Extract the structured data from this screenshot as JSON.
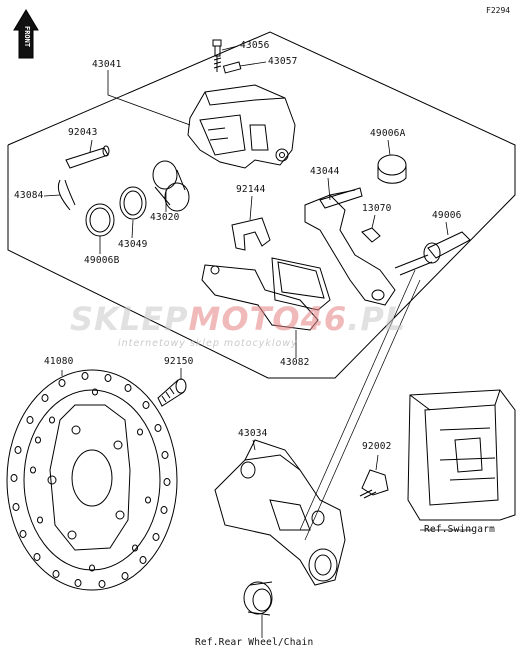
{
  "diagram_code": "F2294",
  "front_label": "FRONT",
  "watermark": {
    "brand_part1": "SKLEP",
    "brand_part2": "MOTO",
    "brand_part3": "46",
    "brand_part4": ".PL",
    "tagline": "internetowy sklep motocyklowy"
  },
  "parts": [
    {
      "id": "p43041",
      "number": "43041"
    },
    {
      "id": "p43056",
      "number": "43056"
    },
    {
      "id": "p43057",
      "number": "43057"
    },
    {
      "id": "p92043",
      "number": "92043"
    },
    {
      "id": "p43084",
      "number": "43084"
    },
    {
      "id": "p49006A",
      "number": "49006A"
    },
    {
      "id": "p43044",
      "number": "43044"
    },
    {
      "id": "p92144",
      "number": "92144"
    },
    {
      "id": "p13070",
      "number": "13070"
    },
    {
      "id": "p49006",
      "number": "49006"
    },
    {
      "id": "p43020",
      "number": "43020"
    },
    {
      "id": "p43049",
      "number": "43049"
    },
    {
      "id": "p49006B",
      "number": "49006B"
    },
    {
      "id": "p43082",
      "number": "43082"
    },
    {
      "id": "p41080",
      "number": "41080"
    },
    {
      "id": "p92150",
      "number": "92150"
    },
    {
      "id": "p43034",
      "number": "43034"
    },
    {
      "id": "p92002",
      "number": "92002"
    }
  ],
  "references": {
    "swingarm": "Ref.Swingarm",
    "rear_wheel": "Ref.Rear Wheel/Chain"
  }
}
